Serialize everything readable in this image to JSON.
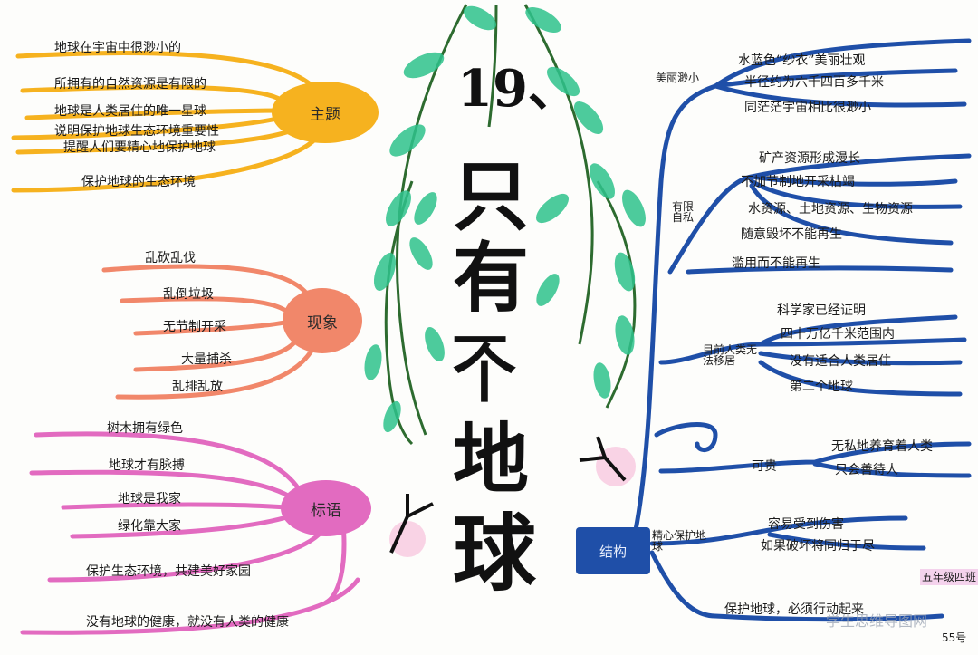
{
  "title": {
    "chars": [
      "19、",
      "只",
      "有",
      "一",
      "个",
      "地",
      "球"
    ]
  },
  "branches": {
    "theme": {
      "label": "主题",
      "color": "#f6b21f",
      "items": [
        "地球在宇宙中很渺小的",
        "所拥有的自然资源是有限的",
        "地球是人类居住的唯一星球",
        "说明保护地球生态环境重要性",
        "提醒人们要精心地保护地球",
        "保护地球的生态环境"
      ]
    },
    "phenomena": {
      "label": "现象",
      "color": "#f1876a",
      "items": [
        "乱砍乱伐",
        "乱倒垃圾",
        "无节制开采",
        "大量捕杀",
        "乱排乱放"
      ]
    },
    "slogans": {
      "label": "标语",
      "color": "#e26bc0",
      "items": [
        "树木拥有绿色",
        "地球才有脉搏",
        "地球是我家",
        "绿化靠大家",
        "保护生态环境，共建美好家园",
        "没有地球的健康，就没有人类的健康"
      ]
    },
    "structure": {
      "label": "结构",
      "color": "#1f4fa8",
      "groups": [
        {
          "label": "美丽渺小",
          "items": [
            "水蓝色“纱衣”美丽壮观",
            "半径约为六千四百多千米",
            "同茫茫宇宙相比很渺小"
          ]
        },
        {
          "label": "有限自私",
          "items": [
            "矿产资源形成漫长",
            "不加节制地开采枯竭",
            "水资源、土地资源、生物资源",
            "随意毁坏不能再生",
            "滥用而不能再生"
          ]
        },
        {
          "label": "目前人类无法移居",
          "items": [
            "科学家已经证明",
            "四十万亿千米范围内",
            "没有适合人类居住",
            "第二个地球"
          ]
        },
        {
          "label": "可贵",
          "items": [
            "无私地养育着人类",
            "只会善待人"
          ]
        },
        {
          "label": "精心保护地球",
          "items": [
            "容易受到伤害",
            "如果破坏将同归于尽"
          ]
        },
        {
          "label": "",
          "items": [
            "保护地球，必须行动起来"
          ]
        }
      ]
    }
  },
  "corner": {
    "note": "五年级四班",
    "number": "55号"
  },
  "watermark": "学生思维导图网"
}
